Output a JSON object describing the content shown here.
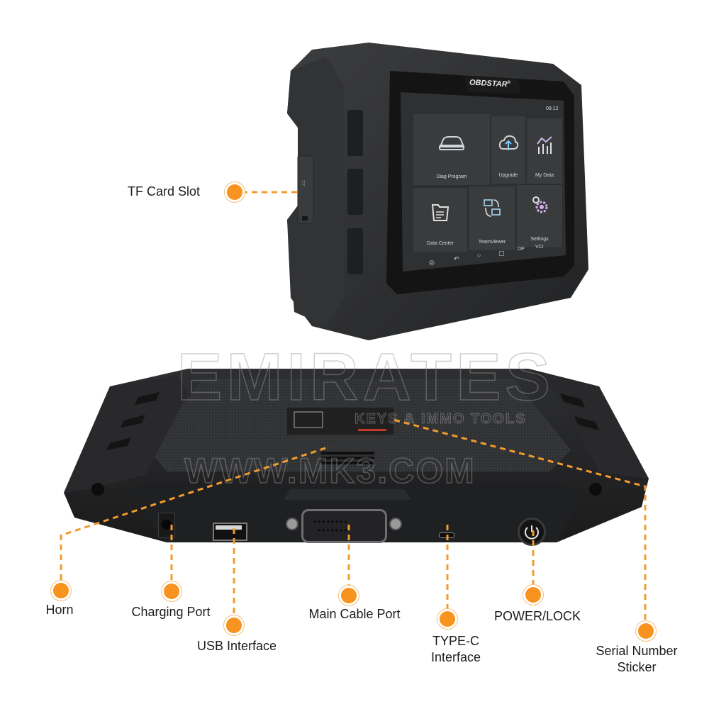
{
  "brand": {
    "logo_text": "OBDSTAR",
    "registered_mark": "®"
  },
  "screen": {
    "status_time": "09:12",
    "tiles": [
      {
        "label": "Diag Program",
        "icon": "car-icon"
      },
      {
        "label": "Upgrade",
        "icon": "cloud-upload-icon"
      },
      {
        "label": "My Data",
        "icon": "chart-icon"
      },
      {
        "label": "Data Center",
        "icon": "folder-icon"
      },
      {
        "label": "TeamViewer",
        "icon": "remote-icon"
      },
      {
        "label": "Settings",
        "icon": "gear-icon"
      }
    ],
    "nav": [
      "screenshot",
      "back",
      "home",
      "recent",
      "DP",
      "VCI"
    ],
    "nav_labels": {
      "dp": "DP",
      "vci": "VCI"
    }
  },
  "side": {
    "slot_marking": "TF"
  },
  "callouts": {
    "tf_card_slot": "TF Card Slot",
    "horn": "Horn",
    "charging_port": "Charging Port",
    "usb_interface": "USB Interface",
    "main_cable_port": "Main Cable Port",
    "type_c_line1": "TYPE-C",
    "type_c_line2": "Interface",
    "power_lock": "POWER/LOCK",
    "serial_line1": "Serial Number",
    "serial_line2": "Sticker"
  },
  "watermark": {
    "line1": "EMIRATES",
    "line2": "KEYS & IMMO TOOLS",
    "line3": "WWW.MK3.COM"
  },
  "colors": {
    "accent": "#f7931e",
    "device_body": "#2b2c2e",
    "device_dark": "#1a1a1b",
    "screen_bg": "#2f3032",
    "text": "#1c1c1c"
  }
}
